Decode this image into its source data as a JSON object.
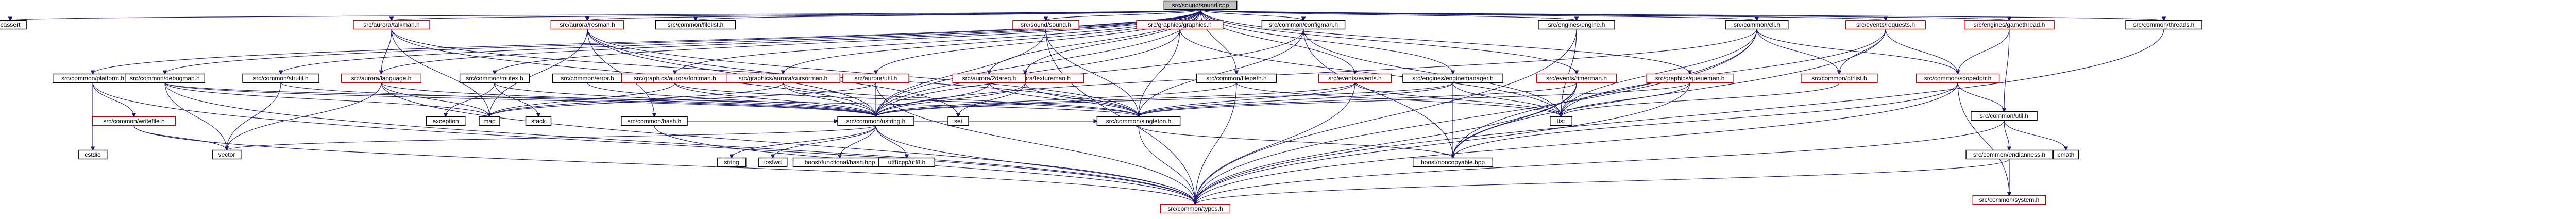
{
  "diagram": {
    "root": "src/sound/sound.cpp",
    "colors": {
      "edge": "#191970",
      "text_node_border": "#000000",
      "linked_node_border": "#cc0000",
      "root_fill": "#bfbfbf"
    },
    "nodes": [
      {
        "id": "root",
        "label": "src/sound/sound.cpp",
        "kind": "root"
      },
      {
        "id": "cassert",
        "label": "cassert",
        "kind": "plain"
      },
      {
        "id": "platform",
        "label": "src/common/platform.h",
        "kind": "plain"
      },
      {
        "id": "debugman",
        "label": "src/common/debugman.h",
        "kind": "plain"
      },
      {
        "id": "strutil",
        "label": "src/common/strutil.h",
        "kind": "plain"
      },
      {
        "id": "aurora_language",
        "label": "src/aurora/language.h",
        "kind": "linked"
      },
      {
        "id": "aurora_talkman",
        "label": "src/aurora/talkman.h",
        "kind": "linked"
      },
      {
        "id": "aurora_resman",
        "label": "src/aurora/resman.h",
        "kind": "linked"
      },
      {
        "id": "ustring",
        "label": "src/common/ustring.h",
        "kind": "plain"
      },
      {
        "id": "mutex",
        "label": "src/common/mutex.h",
        "kind": "plain"
      },
      {
        "id": "hash",
        "label": "src/common/hash.h",
        "kind": "plain"
      },
      {
        "id": "error",
        "label": "src/common/error.h",
        "kind": "plain"
      },
      {
        "id": "filelist",
        "label": "src/common/filelist.h",
        "kind": "plain"
      },
      {
        "id": "sound_sound_h",
        "label": "src/sound/sound.h",
        "kind": "linked"
      },
      {
        "id": "graphics_graphics",
        "label": "src/graphics/graphics.h",
        "kind": "linked"
      },
      {
        "id": "graphics_fontman",
        "label": "src/graphics/aurora/fontman.h",
        "kind": "linked"
      },
      {
        "id": "graphics_cursorman",
        "label": "src/graphics/aurora/cursorman.h",
        "kind": "linked"
      },
      {
        "id": "graphics_queueman",
        "label": "src/graphics/queueman.h",
        "kind": "linked"
      },
      {
        "id": "graphics_textureman",
        "label": "src/graphics/aurora/textureman.h",
        "kind": "linked"
      },
      {
        "id": "aurora_2dareg",
        "label": "src/aurora/2dareg.h",
        "kind": "linked"
      },
      {
        "id": "aurora_util",
        "label": "src/aurora/util.h",
        "kind": "linked"
      },
      {
        "id": "configman",
        "label": "src/common/configman.h",
        "kind": "plain"
      },
      {
        "id": "filepath",
        "label": "src/common/filepath.h",
        "kind": "plain"
      },
      {
        "id": "enginemanager",
        "label": "src/engines/enginemanager.h",
        "kind": "plain"
      },
      {
        "id": "events_events",
        "label": "src/events/events.h",
        "kind": "linked"
      },
      {
        "id": "events_timerman",
        "label": "src/events/timerman.h",
        "kind": "linked"
      },
      {
        "id": "events_requests",
        "label": "src/events/requests.h",
        "kind": "linked"
      },
      {
        "id": "engines_h",
        "label": "src/engines/engine.h",
        "kind": "plain"
      },
      {
        "id": "engines_gamethread",
        "label": "src/engines/gamethread.h",
        "kind": "linked"
      },
      {
        "id": "threads",
        "label": "src/common/threads.h",
        "kind": "plain"
      },
      {
        "id": "cli",
        "label": "src/common/cli.h",
        "kind": "plain"
      },
      {
        "id": "ptrlist",
        "label": "src/common/ptrlist.h",
        "kind": "linked"
      },
      {
        "id": "scopedptr",
        "label": "src/common/scopedptr.h",
        "kind": "linked"
      },
      {
        "id": "writefile",
        "label": "src/common/writefile.h",
        "kind": "linked"
      },
      {
        "id": "singleton",
        "label": "src/common/singleton.h",
        "kind": "plain"
      },
      {
        "id": "common_util",
        "label": "src/common/util.h",
        "kind": "plain"
      },
      {
        "id": "endianness",
        "label": "src/common/endianness.h",
        "kind": "plain"
      },
      {
        "id": "common_system",
        "label": "src/common/system.h",
        "kind": "linked"
      },
      {
        "id": "types",
        "label": "src/common/types.h",
        "kind": "linked"
      },
      {
        "id": "cstdio",
        "label": "cstdio",
        "kind": "plain"
      },
      {
        "id": "vector",
        "label": "vector",
        "kind": "plain"
      },
      {
        "id": "map",
        "label": "map",
        "kind": "plain"
      },
      {
        "id": "list",
        "label": "list",
        "kind": "plain"
      },
      {
        "id": "set",
        "label": "set",
        "kind": "plain"
      },
      {
        "id": "exception",
        "label": "exception",
        "kind": "plain"
      },
      {
        "id": "stack",
        "label": "stack",
        "kind": "plain"
      },
      {
        "id": "string",
        "label": "string",
        "kind": "plain"
      },
      {
        "id": "iosfwd",
        "label": "iosfwd",
        "kind": "plain"
      },
      {
        "id": "boost_hash",
        "label": "boost/functional/hash.hpp",
        "kind": "plain"
      },
      {
        "id": "utf8cpp",
        "label": "utf8cpp/utf8.h",
        "kind": "plain"
      },
      {
        "id": "noncopyable",
        "label": "boost/noncopyable.hpp",
        "kind": "plain"
      },
      {
        "id": "cmath",
        "label": "cmath",
        "kind": "plain"
      }
    ],
    "edges": [
      [
        "root",
        "cassert"
      ],
      [
        "root",
        "platform"
      ],
      [
        "root",
        "debugman"
      ],
      [
        "root",
        "strutil"
      ],
      [
        "root",
        "aurora_language"
      ],
      [
        "root",
        "aurora_talkman"
      ],
      [
        "root",
        "aurora_resman"
      ],
      [
        "root",
        "ustring"
      ],
      [
        "root",
        "mutex"
      ],
      [
        "root",
        "filelist"
      ],
      [
        "root",
        "sound_sound_h"
      ],
      [
        "root",
        "graphics_graphics"
      ],
      [
        "root",
        "aurora_2dareg"
      ],
      [
        "root",
        "aurora_util"
      ],
      [
        "root",
        "configman"
      ],
      [
        "root",
        "filepath"
      ],
      [
        "root",
        "enginemanager"
      ],
      [
        "root",
        "events_events"
      ],
      [
        "root",
        "events_timerman"
      ],
      [
        "root",
        "events_requests"
      ],
      [
        "root",
        "engines_h"
      ],
      [
        "root",
        "engines_gamethread"
      ],
      [
        "root",
        "threads"
      ],
      [
        "root",
        "cli"
      ],
      [
        "root",
        "graphics_fontman"
      ],
      [
        "root",
        "graphics_cursorman"
      ],
      [
        "root",
        "graphics_queueman"
      ],
      [
        "root",
        "graphics_textureman"
      ],
      [
        "platform",
        "cstdio"
      ],
      [
        "platform",
        "types"
      ],
      [
        "platform",
        "writefile"
      ],
      [
        "debugman",
        "vector"
      ],
      [
        "debugman",
        "map"
      ],
      [
        "debugman",
        "ustring"
      ],
      [
        "debugman",
        "singleton"
      ],
      [
        "debugman",
        "types"
      ],
      [
        "strutil",
        "vector"
      ],
      [
        "strutil",
        "ustring"
      ],
      [
        "aurora_language",
        "vector"
      ],
      [
        "aurora_language",
        "map"
      ],
      [
        "aurora_language",
        "types"
      ],
      [
        "aurora_language",
        "ustring"
      ],
      [
        "aurora_talkman",
        "ustring"
      ],
      [
        "aurora_talkman",
        "singleton"
      ],
      [
        "aurora_talkman",
        "aurora_language"
      ],
      [
        "aurora_talkman",
        "map"
      ],
      [
        "aurora_resman",
        "ustring"
      ],
      [
        "aurora_resman",
        "singleton"
      ],
      [
        "aurora_resman",
        "hash"
      ],
      [
        "aurora_resman",
        "map"
      ],
      [
        "aurora_resman",
        "set"
      ],
      [
        "mutex",
        "exception"
      ],
      [
        "mutex",
        "stack"
      ],
      [
        "mutex",
        "ustring"
      ],
      [
        "hash",
        "ustring"
      ],
      [
        "hash",
        "types"
      ],
      [
        "hash",
        "singleton"
      ],
      [
        "error",
        "ustring"
      ],
      [
        "sound_sound_h",
        "ustring"
      ],
      [
        "sound_sound_h",
        "singleton"
      ],
      [
        "sound_sound_h",
        "types"
      ],
      [
        "graphics_graphics",
        "singleton"
      ],
      [
        "graphics_graphics",
        "ustring"
      ],
      [
        "graphics_graphics",
        "list"
      ],
      [
        "graphics_fontman",
        "ustring"
      ],
      [
        "graphics_fontman",
        "map"
      ],
      [
        "graphics_fontman",
        "singleton"
      ],
      [
        "graphics_cursorman",
        "ustring"
      ],
      [
        "graphics_cursorman",
        "map"
      ],
      [
        "graphics_cursorman",
        "singleton"
      ],
      [
        "graphics_textureman",
        "ustring"
      ],
      [
        "graphics_textureman",
        "singleton"
      ],
      [
        "graphics_textureman",
        "set"
      ],
      [
        "graphics_queueman",
        "list"
      ],
      [
        "graphics_queueman",
        "singleton"
      ],
      [
        "graphics_queueman",
        "types"
      ],
      [
        "aurora_2dareg",
        "singleton"
      ],
      [
        "aurora_2dareg",
        "ustring"
      ],
      [
        "aurora_util",
        "ustring"
      ],
      [
        "aurora_util",
        "types"
      ],
      [
        "aurora_util",
        "map"
      ],
      [
        "configman",
        "ustring"
      ],
      [
        "configman",
        "singleton"
      ],
      [
        "configman",
        "list"
      ],
      [
        "configman",
        "noncopyable"
      ],
      [
        "filepath",
        "ustring"
      ],
      [
        "filepath",
        "list"
      ],
      [
        "filepath",
        "types"
      ],
      [
        "enginemanager",
        "singleton"
      ],
      [
        "enginemanager",
        "ustring"
      ],
      [
        "enginemanager",
        "list"
      ],
      [
        "enginemanager",
        "noncopyable"
      ],
      [
        "events_events",
        "singleton"
      ],
      [
        "events_events",
        "list"
      ],
      [
        "events_events",
        "types"
      ],
      [
        "events_events",
        "ustring"
      ],
      [
        "events_timerman",
        "singleton"
      ],
      [
        "events_timerman",
        "list"
      ],
      [
        "events_timerman",
        "types"
      ],
      [
        "events_timerman",
        "noncopyable"
      ],
      [
        "events_requests",
        "scopedptr"
      ],
      [
        "events_requests",
        "ptrlist"
      ],
      [
        "events_requests",
        "list"
      ],
      [
        "events_requests",
        "noncopyable"
      ],
      [
        "engines_h",
        "types"
      ],
      [
        "engines_h",
        "list"
      ],
      [
        "engines_gamethread",
        "common_util"
      ],
      [
        "engines_gamethread",
        "scopedptr"
      ],
      [
        "threads",
        "types"
      ],
      [
        "cli",
        "ustring"
      ],
      [
        "cli",
        "ptrlist"
      ],
      [
        "cli",
        "scopedptr"
      ],
      [
        "cli",
        "list"
      ],
      [
        "cli",
        "types"
      ],
      [
        "cli",
        "noncopyable"
      ],
      [
        "ptrlist",
        "list"
      ],
      [
        "scopedptr",
        "common_util"
      ],
      [
        "scopedptr",
        "noncopyable"
      ],
      [
        "scopedptr",
        "types"
      ],
      [
        "scopedptr",
        "common_system"
      ],
      [
        "writefile",
        "vector"
      ],
      [
        "writefile",
        "types"
      ],
      [
        "ustring",
        "string"
      ],
      [
        "ustring",
        "iosfwd"
      ],
      [
        "ustring",
        "boost_hash"
      ],
      [
        "ustring",
        "utf8cpp"
      ],
      [
        "ustring",
        "vector"
      ],
      [
        "ustring",
        "types"
      ],
      [
        "singleton",
        "noncopyable"
      ],
      [
        "singleton",
        "types"
      ],
      [
        "common_util",
        "cmath"
      ],
      [
        "common_util",
        "endianness"
      ],
      [
        "common_util",
        "types"
      ],
      [
        "endianness",
        "types"
      ],
      [
        "endianness",
        "common_system"
      ]
    ]
  }
}
